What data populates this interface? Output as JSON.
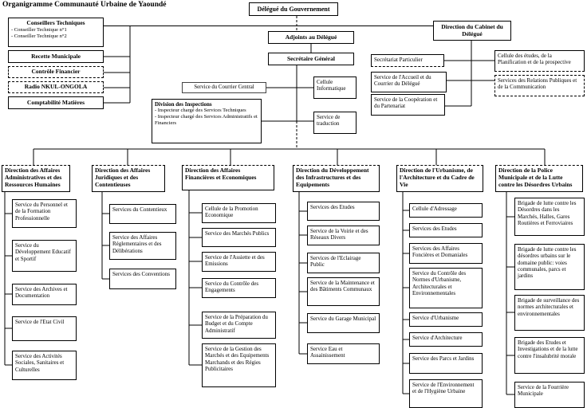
{
  "title": "Organigramme Communauté Urbaine de Yaoundé",
  "colors": {
    "line": "#000000",
    "box_border": "#000000",
    "text": "#000000",
    "background": "#ffffff"
  },
  "top": {
    "delegue": "Délégué du Gouvernement",
    "adjoints": "Adjoints au Délégué",
    "secretaire_general": "Secrétaire Général",
    "direction_cabinet": "Direction du Cabinet du Délégué"
  },
  "staff_left": {
    "conseillers": {
      "title": "Conseillers Techniques",
      "items": [
        "- Conseiller Technique n°1",
        "- Conseiller Technique n°2"
      ]
    },
    "recette": "Recette Municipale",
    "controle": "Contrôle Financier",
    "radio": "Radio NKUL-ONGOLA",
    "comptabilite": "Comptabilité Matières"
  },
  "secretariat_units": {
    "courrier_central": "Service du Courrier Central",
    "inspections": {
      "title": "Division des Inspections",
      "items": [
        "- Inspecteur chargé des Services Techniques",
        "- Inspecteur chargé des Services Administratifs et Financiers"
      ]
    },
    "cellule_informatique": "Cellule Informatique",
    "traduction": "Service de traduction"
  },
  "cabinet_units": {
    "secretariat_particulier": "Secrétariat Particulier",
    "accueil_courrier": "Service de l'Accueil et du Courrier du Délégué",
    "cooperation": "Service de la Coopération et du Partenariat",
    "cellule_etudes": "Cellule des études, de la Planification et de la prospective",
    "relations_publiques": "Services des Relations Publiques et de la Communication"
  },
  "directions": [
    {
      "name": "Direction des Affaires Administratives et des Ressources Humaines",
      "services": [
        "Service du Personnel et de la Formation Professionnelle",
        "Service du Développement Educatif et Sportif",
        "Service des Archives et Documentation",
        "Service de l'Etat Civil",
        "Service des Activités Sociales, Sanitaires et Culturelles"
      ]
    },
    {
      "name": "Direction des Affaires Juridiques et des Contentieuses",
      "services": [
        "Services du Contentieux",
        "Service des Affaires Réglementaires et des Délibérations",
        "Services des Conventions"
      ]
    },
    {
      "name": "Direction des Affaires Financières et Economiques",
      "services": [
        "Cellule de la Promotion Economique",
        "Service des Marchés Publics",
        "Service de l'Assiette et des Emissions",
        "Service du Contrôle des Engagements",
        "Service de la Préparation du Budget et du Compte Administratif",
        "Service de la Gestion des Marchés et des Equipements Marchands et des Régies Publicitaires"
      ]
    },
    {
      "name": "Direction du Développement des Infrastructures et des Equipements",
      "services": [
        "Services des Etudes",
        "Service de la Voirie et des Réseaux Divers",
        "Services de l'Eclairage Public",
        "Service de la Maintenance et des Bâtiments Communaux",
        "Service du Garage Municipal",
        "Service Eau et Assainissement"
      ]
    },
    {
      "name": "Direction de l'Urbanisme, de l'Architecture et du Cadre de Vie",
      "services": [
        "Cellule d'Adressage",
        "Services des Etudes",
        "Services des Affaires Foncières et Domaniales",
        "Service du Contrôle des Normes d'Urbanisme, Architecturales et Environnementales",
        "Service d'Urbanisme",
        "Service d'Architecture",
        "Service des Parcs et Jardins",
        "Service de l'Environnement et de l'Hygiène Urbaine"
      ]
    },
    {
      "name": "Direction de la Police Municipale et de la Lutte contre les Désordres Urbains",
      "services": [
        "Brigade de lutte contre les Désordres dans les Marchés, Halles, Gares Routières et Ferroviaires",
        "Brigade de lutte contre les désordres urbains sur le domaine public: voies communales, parcs et jardins",
        "Brigade de surveillance des normes architecturales et environnementales",
        "Brigade des Etudes et Investigations et de la lutte contre l'insalubrité morale",
        "Service de la Fourrière Municipale"
      ]
    }
  ]
}
